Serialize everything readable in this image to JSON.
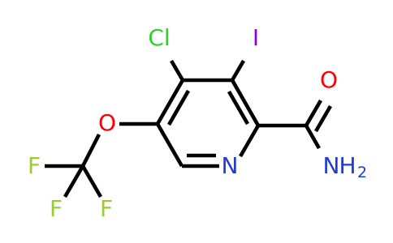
{
  "molecule": {
    "atoms": {
      "cl": "Cl",
      "i": "I",
      "o_carbonyl": "O",
      "n_ring": "N",
      "n_amide": "N",
      "h_amide": "H",
      "h_count": "2",
      "o_ether": "O",
      "f1": "F",
      "f2": "F",
      "f3": "F"
    },
    "colors": {
      "bond": "#000000",
      "cl": "#32cd32",
      "i": "#9400d3",
      "o": "#ff0000",
      "n": "#1e3ccd",
      "f": "#9acd32"
    }
  }
}
